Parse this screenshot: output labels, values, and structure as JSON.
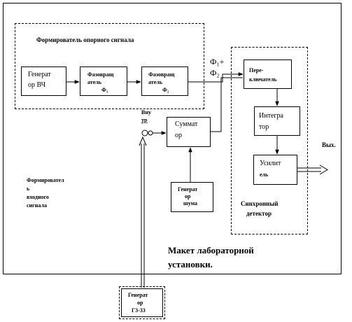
{
  "ref_former": {
    "title": "Формирователь опорного сигнала"
  },
  "gen_hf": {
    "label_1": "Генерат",
    "label_2": "ор ВЧ"
  },
  "phase1": {
    "label_1": "Фазовращ",
    "label_2": "атель",
    "label_3": "Ф₁"
  },
  "phase2": {
    "label_1": "Фазовращ",
    "label_2": "атель",
    "label_3": "Ф₂"
  },
  "phi_sum": {
    "line_1": "Ф₁+",
    "line_2": "Ф₂"
  },
  "switch": {
    "label_1": "Пере-",
    "label_2": "ключатель"
  },
  "integrator": {
    "label_1": "Интегра",
    "label_2": "тор"
  },
  "amplifier": {
    "label_1": "Усилит",
    "label_2": "ель"
  },
  "adder": {
    "label_1": "Суммат",
    "label_2": "ор"
  },
  "input_jack": {
    "label_1": "Вну",
    "label_2": "тр"
  },
  "noise_gen": {
    "label_1": "Генерат",
    "label_2": "ор",
    "label_3": "шума"
  },
  "input_former": {
    "line_1": "Формировател",
    "line_2": "ь",
    "line_3": "входного",
    "line_4": "сигнала"
  },
  "sync_detector": {
    "line_1": "Синхронный",
    "line_2": "детектор"
  },
  "output": {
    "label": "Вых."
  },
  "setup": {
    "line_1": "Макет лабораторной",
    "line_2": "установки."
  },
  "g333": {
    "label_1": "Генерат",
    "label_2": "ор",
    "label_3": "Г3-33"
  }
}
